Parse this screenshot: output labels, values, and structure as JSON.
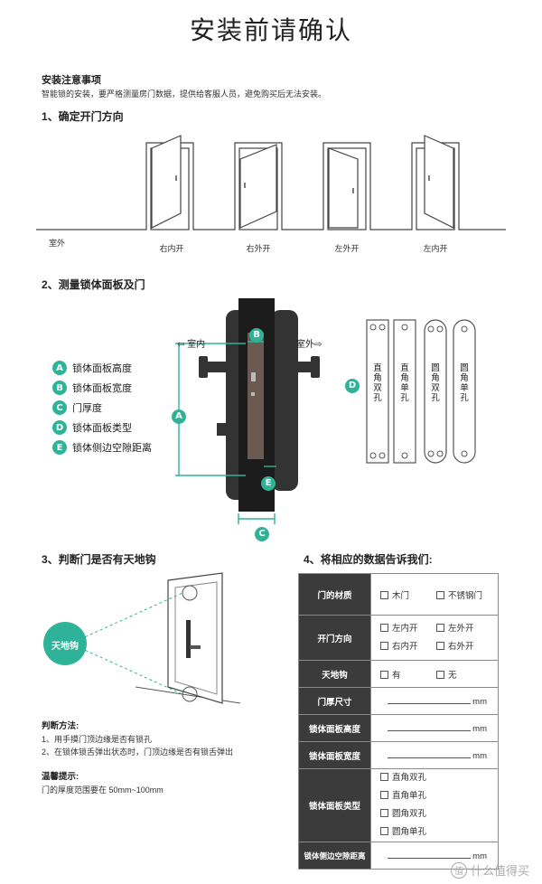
{
  "page": {
    "title": "安装前请确认",
    "notice_heading": "安装注意事项",
    "notice_text": "智能锁的安装，要严格测量房门数据，提供给客服人员，避免购买后无法安装。"
  },
  "section1": {
    "heading": "1、确定开门方向",
    "outside_label": "室外",
    "doors": [
      "右内开",
      "右外开",
      "左外开",
      "左内开"
    ]
  },
  "section2": {
    "heading": "2、测量锁体面板及门",
    "indoor": "室内",
    "outdoor": "室外",
    "legend": [
      {
        "key": "A",
        "label": "锁体面板高度"
      },
      {
        "key": "B",
        "label": "锁体面板宽度"
      },
      {
        "key": "C",
        "label": "门厚度"
      },
      {
        "key": "D",
        "label": "锁体面板类型"
      },
      {
        "key": "E",
        "label": "锁体侧边空隙距离"
      }
    ],
    "marker_a": "A",
    "marker_b": "B",
    "marker_c": "C",
    "marker_d": "D",
    "marker_e": "E",
    "panels": [
      "直角双孔",
      "直角单孔",
      "圆角双孔",
      "圆角单孔"
    ]
  },
  "section3": {
    "heading": "3、判断门是否有天地钩",
    "hook_label": "天地钩",
    "method_heading": "判断方法:",
    "method_1": "1、用手摸门顶边缘是否有锁孔",
    "method_2": "2、在锁体锁舌弹出状态时，门顶边缘是否有锁舌弹出",
    "tip_heading": "温馨提示:",
    "tip_text": "门的厚度范围要在 50mm~100mm"
  },
  "section4": {
    "heading": "4、将相应的数据告诉我们:",
    "unit": "mm",
    "rows": {
      "material": {
        "label": "门的材质",
        "opts": [
          "木门",
          "不锈钢门"
        ]
      },
      "direction": {
        "label": "开门方向",
        "opts": [
          "左内开",
          "左外开",
          "右内开",
          "右外开"
        ]
      },
      "hook": {
        "label": "天地钩",
        "opts": [
          "有",
          "无"
        ]
      },
      "thickness": {
        "label": "门厚尺寸"
      },
      "height": {
        "label": "锁体面板高度"
      },
      "width": {
        "label": "锁体面板宽度"
      },
      "type": {
        "label": "锁体面板类型",
        "opts": [
          "直角双孔",
          "直角单孔",
          "圆角双孔",
          "圆角单孔"
        ]
      },
      "gap": {
        "label": "锁体侧边空隙距离"
      }
    }
  },
  "watermark": {
    "text": "什么值得买",
    "icon": "zhi-logo-icon"
  },
  "colors": {
    "accent": "#2fb398",
    "dark": "#2a2a2a",
    "table_header": "#3b3b3b"
  }
}
